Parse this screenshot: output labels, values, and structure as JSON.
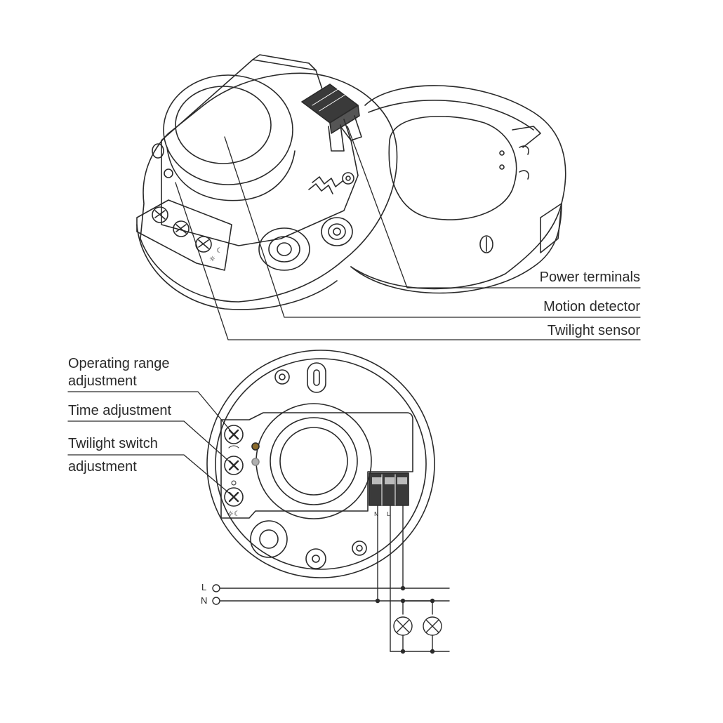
{
  "callouts_top": {
    "power_terminals": "Power terminals",
    "motion_detector": "Motion detector",
    "twilight_sensor": "Twilight sensor"
  },
  "callouts_bottom": {
    "operating_range_line1": "Operating range",
    "operating_range_line2": "adjustment",
    "time_adjustment": "Time adjustment",
    "twilight_switch_line1": "Twilight switch",
    "twilight_switch_line2": "adjustment"
  },
  "wiring": {
    "line_label": "L",
    "neutral_label": "N"
  },
  "colors": {
    "line": "#2a2a2a",
    "terminal_block": "#3a3a3a",
    "led_amber": "#8a6a2a"
  }
}
